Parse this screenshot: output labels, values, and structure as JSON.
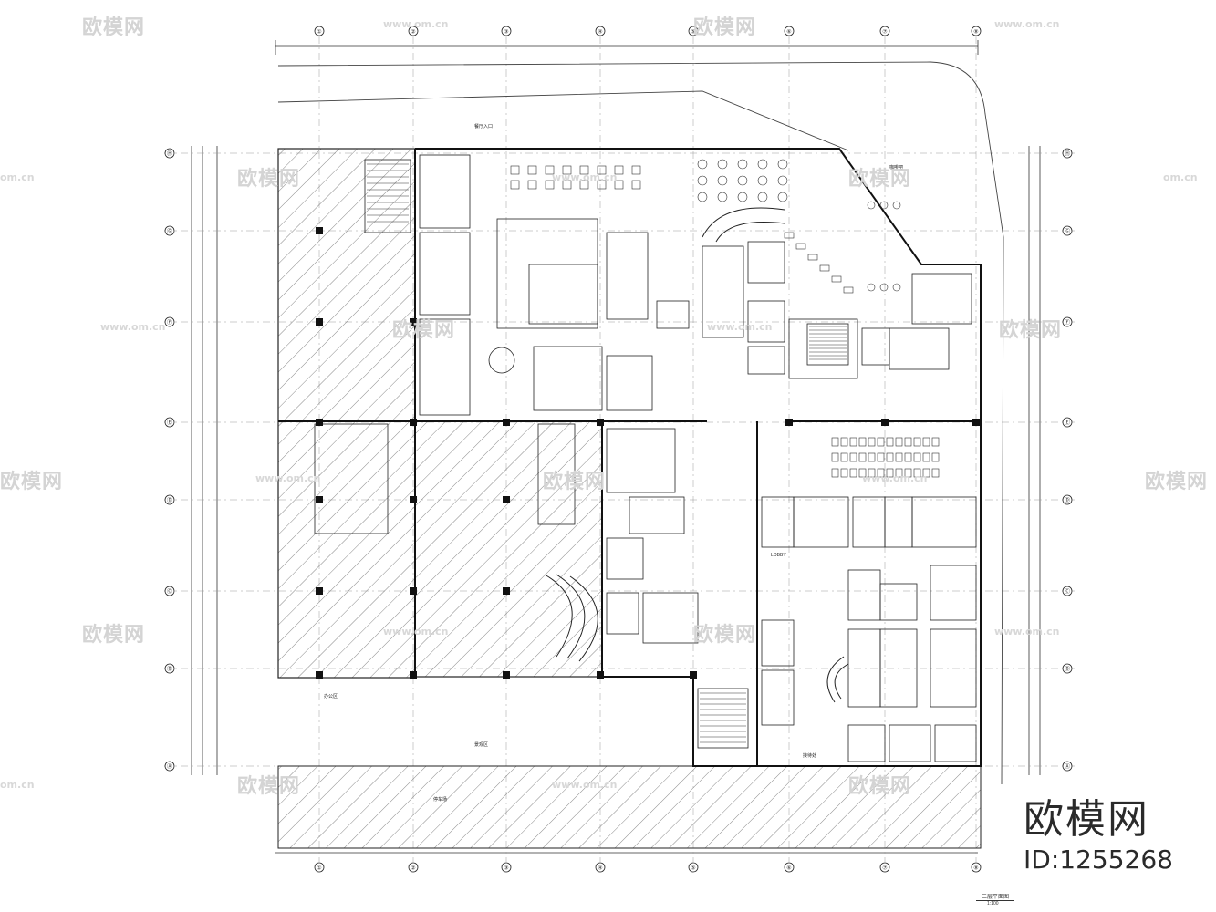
{
  "watermark": {
    "brand_cn": "欧模网",
    "url": "www.om.cn",
    "url_short": "om.cn"
  },
  "stamp": {
    "brand": "欧模网",
    "id": "ID:1255268"
  },
  "drawing": {
    "title": "二层平面图",
    "scale": "1:100",
    "grid_top": [
      "①",
      "②",
      "③",
      "④",
      "⑤",
      "⑥",
      "⑦",
      "⑧"
    ],
    "grid_left": [
      "Ⓗ",
      "Ⓖ",
      "Ⓕ",
      "Ⓔ",
      "Ⓓ",
      "Ⓒ",
      "Ⓑ",
      "Ⓐ"
    ]
  }
}
